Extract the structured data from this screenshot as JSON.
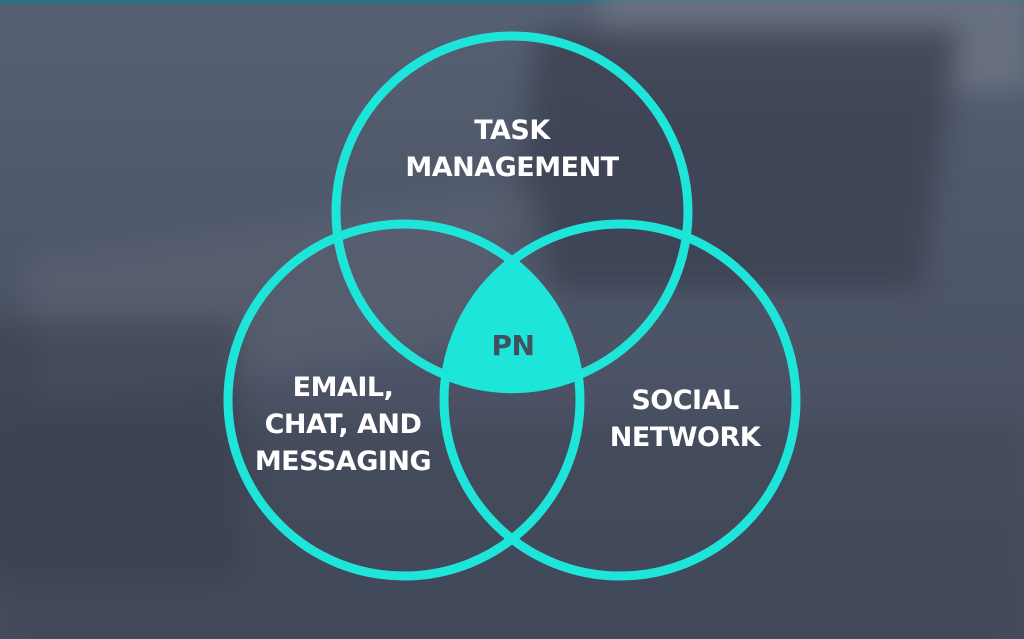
{
  "diagram": {
    "type": "venn",
    "sets": [
      {
        "id": "task",
        "lines": [
          "TASK",
          "MANAGEMENT"
        ]
      },
      {
        "id": "email",
        "lines": [
          "EMAIL,",
          "CHAT, AND",
          "MESSAGING"
        ]
      },
      {
        "id": "social",
        "lines": [
          "SOCIAL",
          "NETWORK"
        ]
      }
    ],
    "intersection_label": "PN",
    "ring_color": "#1ee5d9",
    "label_color": "#ffffff",
    "center_text_color": "#43505e",
    "background_color": "#4d5568"
  }
}
